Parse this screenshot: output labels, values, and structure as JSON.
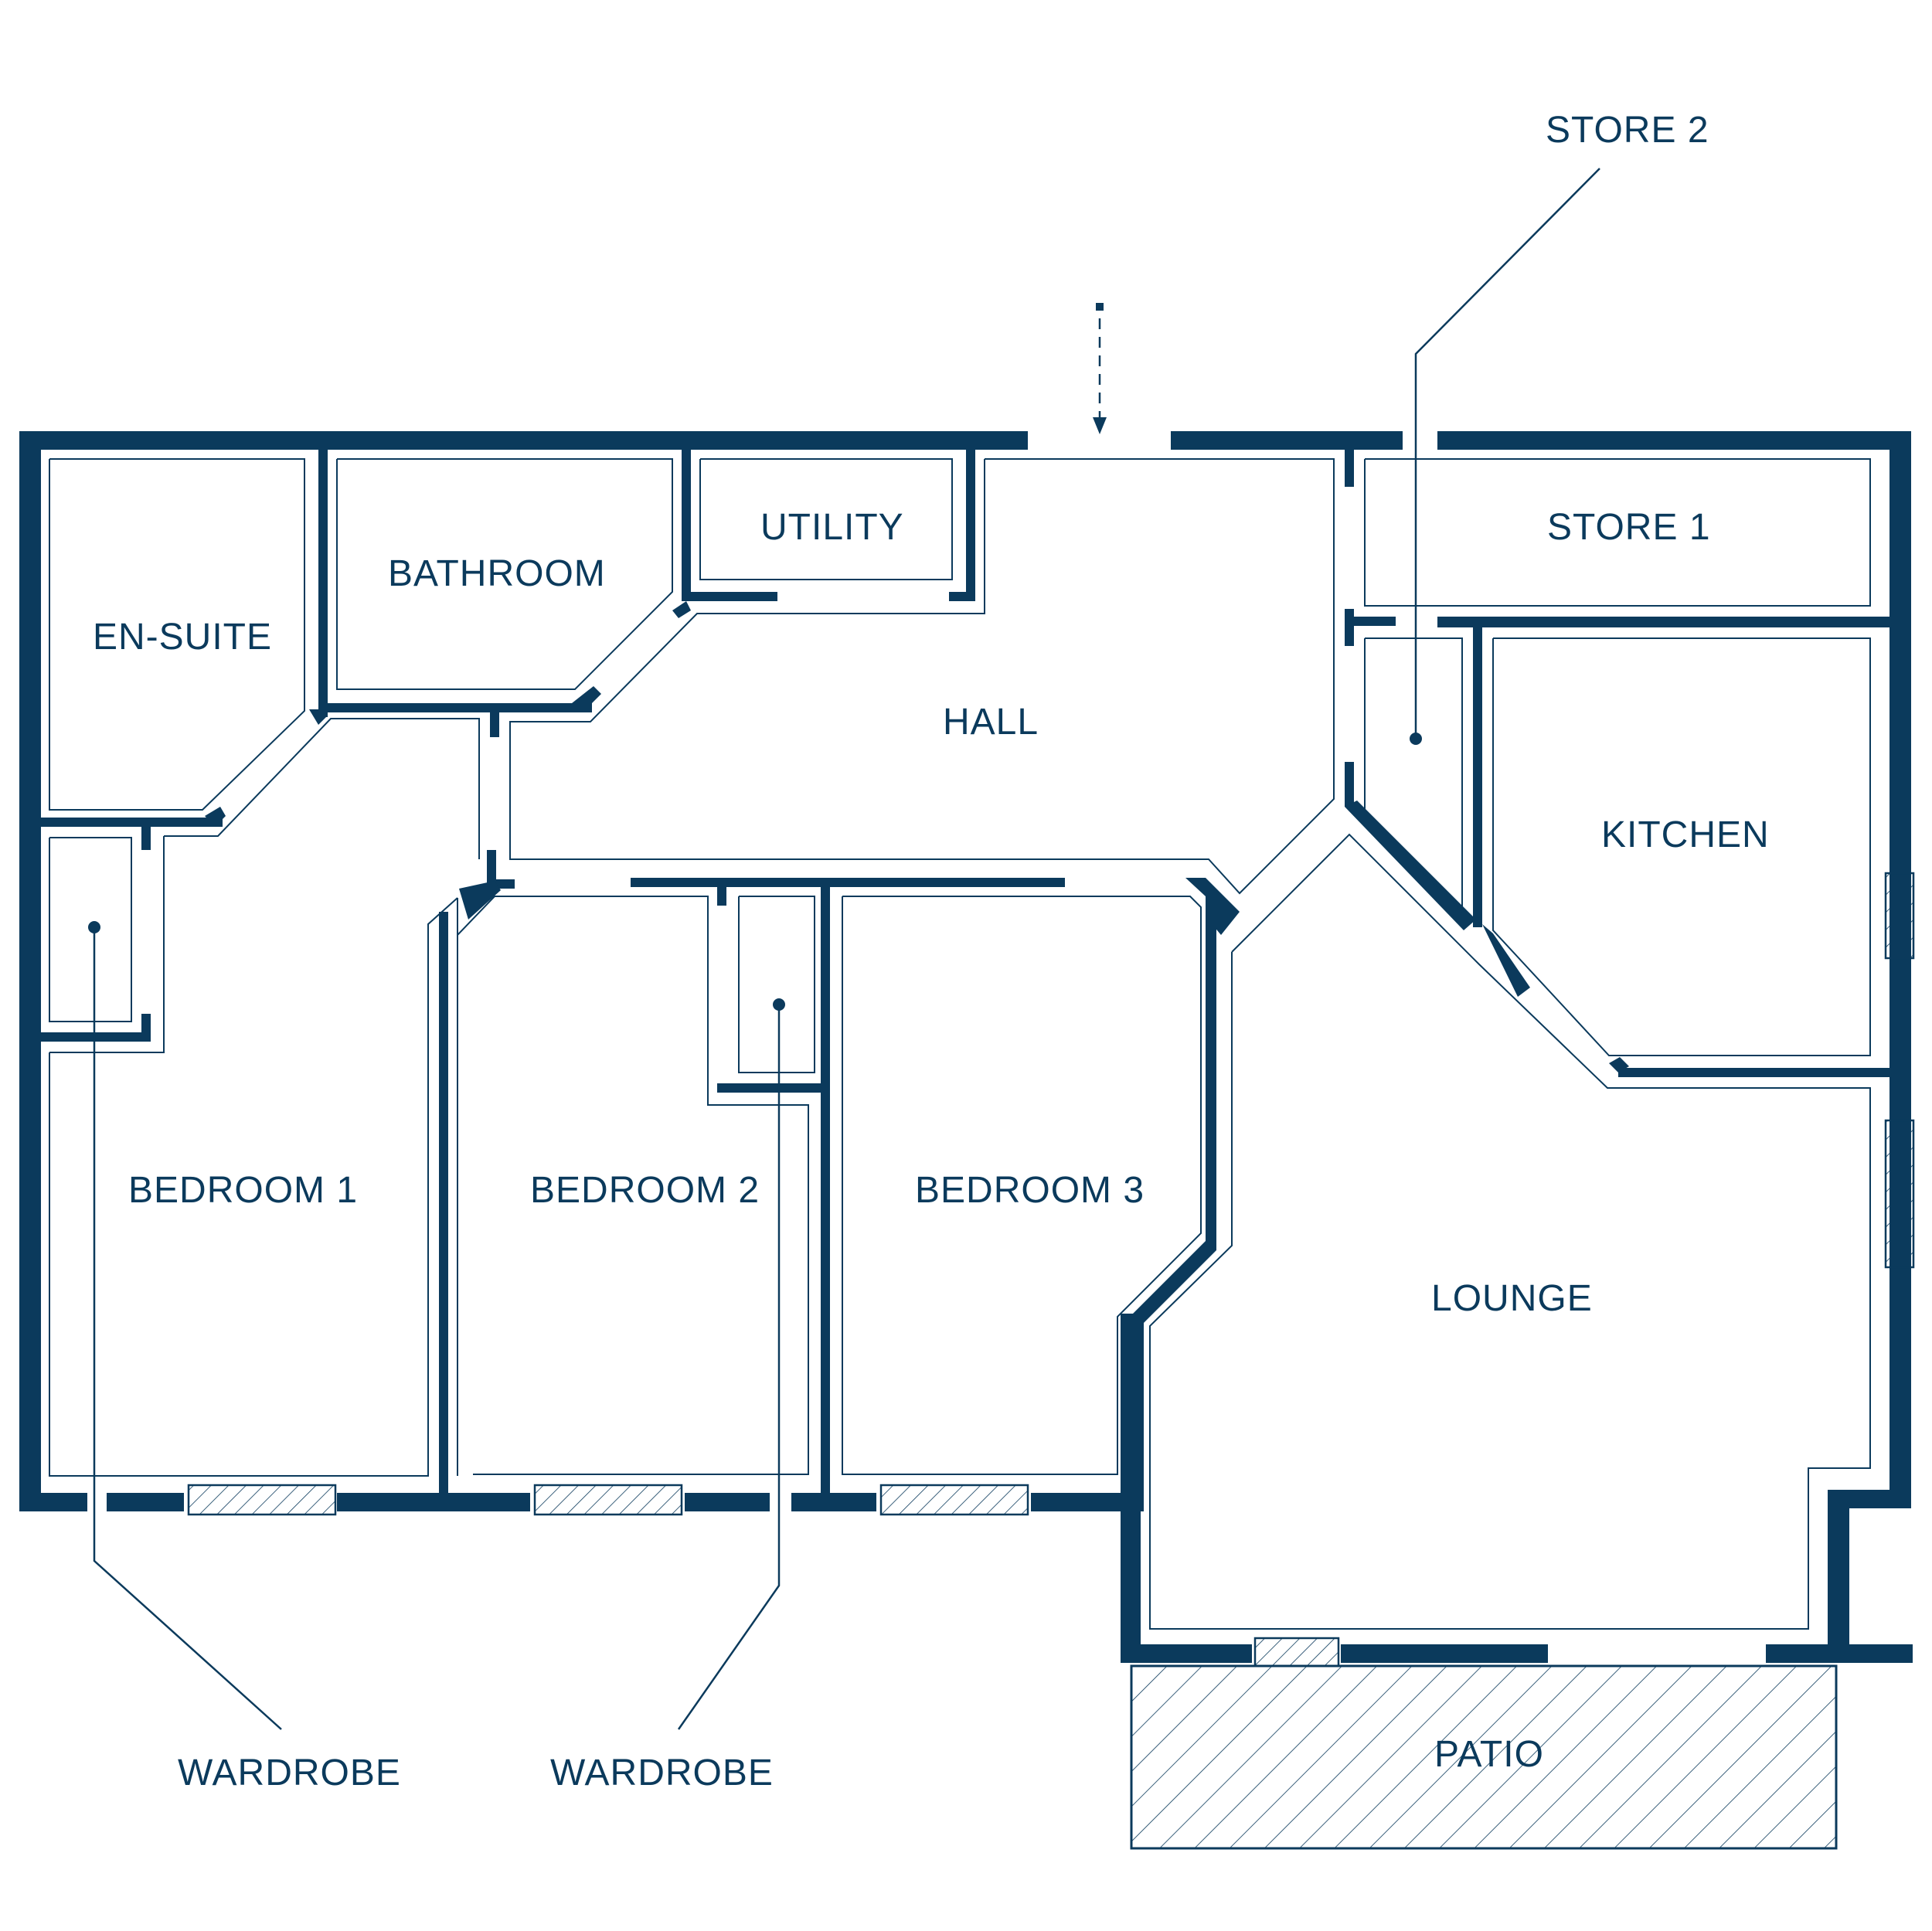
{
  "rooms": {
    "en_suite": "EN-SUITE",
    "bathroom": "BATHROOM",
    "utility": "UTILITY",
    "hall": "HALL",
    "store_1": "STORE 1",
    "store_2": "STORE 2",
    "kitchen": "KITCHEN",
    "bedroom_1": "BEDROOM 1",
    "bedroom_2": "BEDROOM 2",
    "bedroom_3": "BEDROOM 3",
    "lounge": "LOUNGE",
    "patio": "PATIO"
  },
  "callouts": {
    "wardrobe_1": "WARDROBE",
    "wardrobe_2": "WARDROBE"
  },
  "colors": {
    "wall": "#0b3a5c",
    "background": "#ffffff"
  },
  "icons": {
    "entrance": "dashed-arrow-down-icon",
    "window": "hatched-window-icon"
  }
}
